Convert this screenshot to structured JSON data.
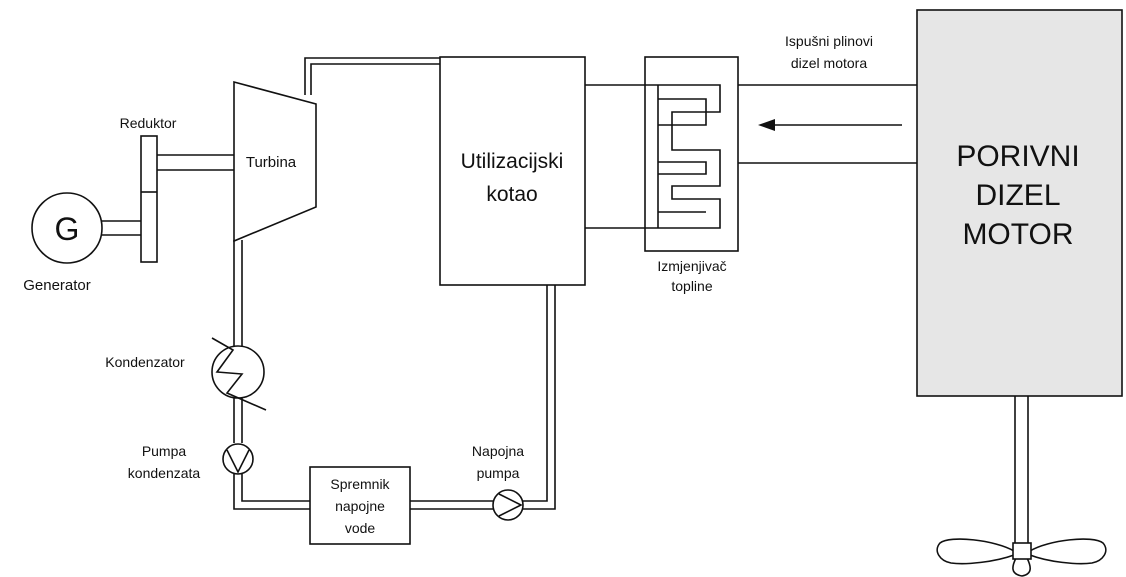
{
  "labels": {
    "exhaust_line1": "Ispušni plinovi",
    "exhaust_line2": "dizel motora",
    "engine_line1": "PORIVNI",
    "engine_line2": "DIZEL",
    "engine_line3": "MOTOR",
    "boiler_line1": "Utilizacijski",
    "boiler_line2": "kotao",
    "turbine": "Turbina",
    "reductor": "Reduktor",
    "generator_symbol": "G",
    "generator": "Generator",
    "hx_line1": "Izmjenjivač",
    "hx_line2": "topline",
    "condenser": "Kondenzator",
    "cond_pump_line1": "Pumpa",
    "cond_pump_line2": "kondenzata",
    "feed_pump_line1": "Napojna",
    "feed_pump_line2": "pumpa",
    "tank_line1": "Spremnik",
    "tank_line2": "napojne",
    "tank_line3": "vode"
  },
  "colors": {
    "engine_fill": "#e6e6e6",
    "line": "#111111",
    "background": "#ffffff"
  }
}
